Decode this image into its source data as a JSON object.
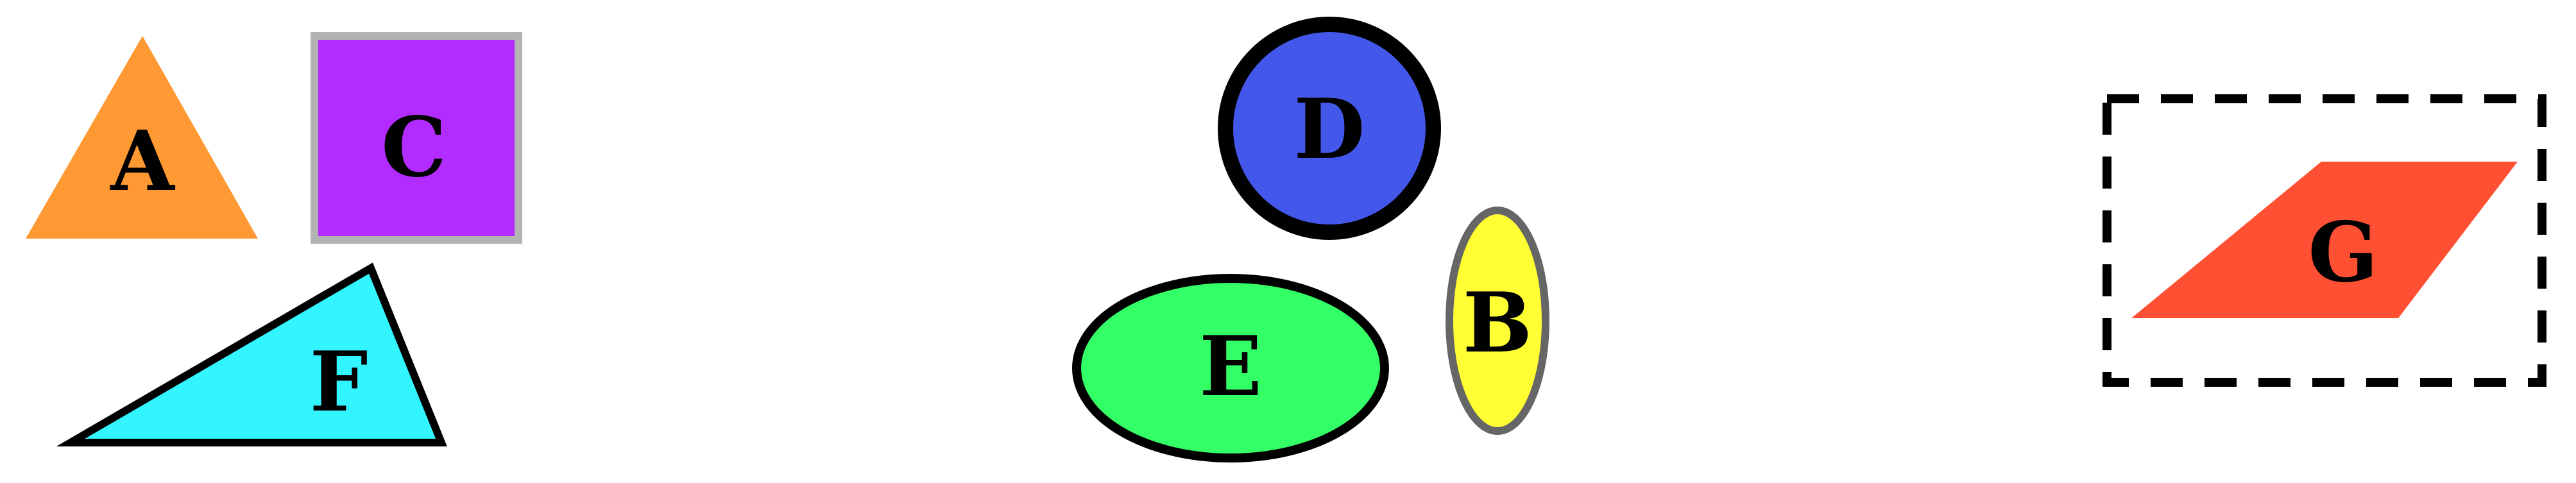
{
  "diagram": {
    "shapes": [
      {
        "id": "A",
        "label": "A",
        "shape": "triangle",
        "fill": "#ff9933",
        "stroke": "none"
      },
      {
        "id": "C",
        "label": "C",
        "shape": "square",
        "fill": "#b32cff",
        "stroke": "#b3b3b3"
      },
      {
        "id": "F",
        "label": "F",
        "shape": "triangle",
        "fill": "#33f5ff",
        "stroke": "#000000"
      },
      {
        "id": "D",
        "label": "D",
        "shape": "circle",
        "fill": "#4358ea",
        "stroke": "#000000"
      },
      {
        "id": "E",
        "label": "E",
        "shape": "ellipse",
        "fill": "#33ff66",
        "stroke": "#000000"
      },
      {
        "id": "B",
        "label": "B",
        "shape": "ellipse",
        "fill": "#ffff33",
        "stroke": "#666666"
      },
      {
        "id": "G",
        "label": "G",
        "shape": "parallelogram",
        "fill": "#ff5033",
        "stroke": "none"
      }
    ],
    "group": {
      "border": "dashed",
      "stroke": "#000000"
    }
  }
}
